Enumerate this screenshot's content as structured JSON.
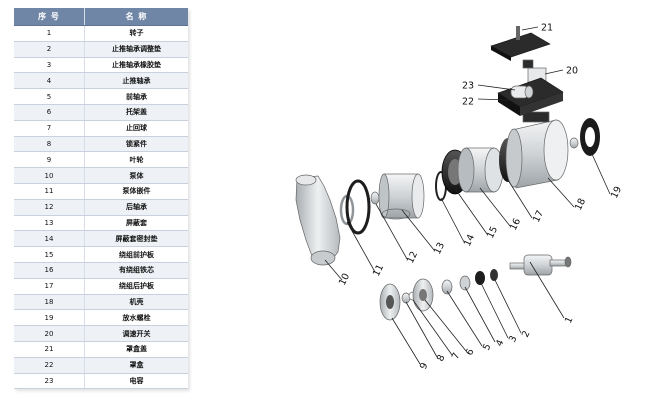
{
  "table": {
    "headers": {
      "no": "序 号",
      "name": "名 称"
    },
    "rows": [
      {
        "no": "1",
        "name": "转子"
      },
      {
        "no": "2",
        "name": "止推轴承调整垫"
      },
      {
        "no": "3",
        "name": "止推轴承橡胶垫"
      },
      {
        "no": "4",
        "name": "止推轴承"
      },
      {
        "no": "5",
        "name": "前轴承"
      },
      {
        "no": "6",
        "name": "托架盖"
      },
      {
        "no": "7",
        "name": "止回球"
      },
      {
        "no": "8",
        "name": "锁紧件"
      },
      {
        "no": "9",
        "name": "叶轮"
      },
      {
        "no": "10",
        "name": "泵体"
      },
      {
        "no": "11",
        "name": "泵体嵌件"
      },
      {
        "no": "12",
        "name": "后轴承"
      },
      {
        "no": "13",
        "name": "屏蔽套"
      },
      {
        "no": "14",
        "name": "屏蔽套密封垫"
      },
      {
        "no": "15",
        "name": "绕组前护板"
      },
      {
        "no": "16",
        "name": "有绕组铁芯"
      },
      {
        "no": "17",
        "name": "绕组后护板"
      },
      {
        "no": "18",
        "name": "机壳"
      },
      {
        "no": "19",
        "name": "放水螺栓"
      },
      {
        "no": "20",
        "name": "调速开关"
      },
      {
        "no": "21",
        "name": "罩盒盖"
      },
      {
        "no": "22",
        "name": "罩盒"
      },
      {
        "no": "23",
        "name": "电容"
      }
    ]
  },
  "callouts": [
    "1",
    "2",
    "3",
    "4",
    "5",
    "6",
    "7",
    "8",
    "9",
    "10",
    "11",
    "12",
    "13",
    "14",
    "15",
    "16",
    "17",
    "18",
    "19",
    "20",
    "21",
    "22",
    "23"
  ],
  "colors": {
    "header_bg": "#6f86a6",
    "row_alt": "#eef2f7",
    "part_dark": "#2a2a2a",
    "part_metal": "#d9dcde"
  }
}
